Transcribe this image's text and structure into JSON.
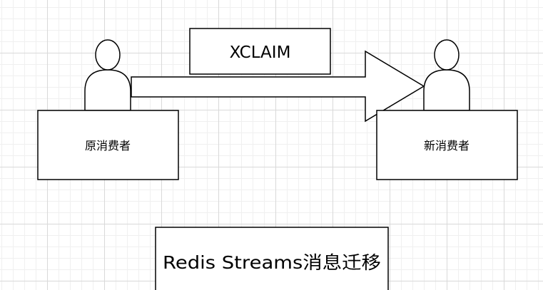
{
  "diagram": {
    "action_label": "XCLAIM",
    "source": {
      "label": "原消费者"
    },
    "target": {
      "label": "新消费者"
    },
    "caption": "Redis Streams消息迁移"
  }
}
